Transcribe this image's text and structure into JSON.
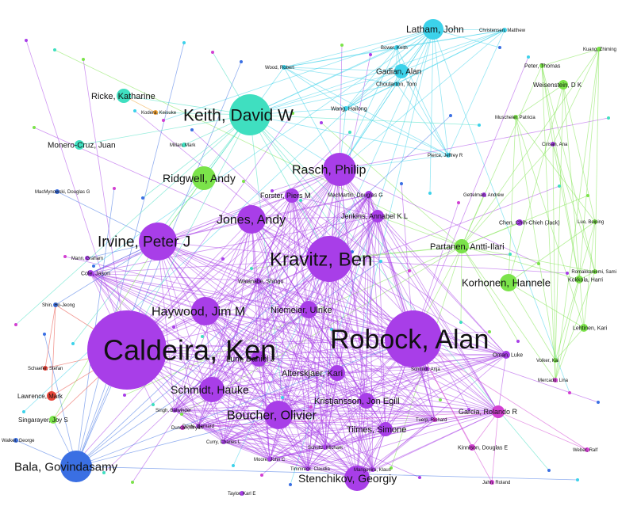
{
  "colors": {
    "purple": "#a83ee8",
    "cyan": "#3cd2ea",
    "teal": "#3fdfc0",
    "green": "#7be34a",
    "blue": "#3a6fe3",
    "red": "#e8453a",
    "orange": "#f0a030",
    "magenta": "#d23fd2"
  },
  "nodes": [
    {
      "id": "caldeira",
      "label": "Caldeira, Ken",
      "group": "purple"
    },
    {
      "id": "robock",
      "label": "Robock, Alan",
      "group": "purple"
    },
    {
      "id": "kravitz",
      "label": "Kravitz, Ben",
      "group": "purple"
    },
    {
      "id": "keith",
      "label": "Keith, David W",
      "group": "teal"
    },
    {
      "id": "irvine",
      "label": "Irvine, Peter J",
      "group": "purple"
    },
    {
      "id": "rasch",
      "label": "Rasch, Philip",
      "group": "purple"
    },
    {
      "id": "jones",
      "label": "Jones, Andy",
      "group": "purple"
    },
    {
      "id": "haywood",
      "label": "Haywood, Jim M",
      "group": "purple"
    },
    {
      "id": "boucher",
      "label": "Boucher, Olivier",
      "group": "purple"
    },
    {
      "id": "schmidt",
      "label": "Schmidt, Hauke",
      "group": "purple"
    },
    {
      "id": "stenchikov",
      "label": "Stenchikov, Georgiy",
      "group": "purple"
    },
    {
      "id": "bala",
      "label": "Bala, Govindasamy",
      "group": "blue"
    },
    {
      "id": "ridgwell",
      "label": "Ridgwell, Andy",
      "group": "green"
    },
    {
      "id": "latham",
      "label": "Latham, John",
      "group": "cyan"
    },
    {
      "id": "korhonen",
      "label": "Korhonen, Hannele",
      "group": "green"
    },
    {
      "id": "partanen",
      "label": "Partanen, Antti-Ilari",
      "group": "green"
    },
    {
      "id": "niemeier",
      "label": "Niemeier, Ulrike",
      "group": "purple"
    },
    {
      "id": "alterskjaer",
      "label": "Alterskjaer, Kari",
      "group": "purple"
    },
    {
      "id": "kristjansson",
      "label": "Kristjansson, Jon Egill",
      "group": "purple"
    },
    {
      "id": "tilmes",
      "label": "Tilmes, Simone",
      "group": "purple"
    },
    {
      "id": "lunt",
      "label": "Lunt, Daniel J",
      "group": "purple"
    },
    {
      "id": "ricke",
      "label": "Ricke, Katharine",
      "group": "teal"
    },
    {
      "id": "monero",
      "label": "Monero-Cruz, Juan",
      "group": "teal"
    },
    {
      "id": "gadian",
      "label": "Gadian, Alan",
      "group": "cyan"
    },
    {
      "id": "forster",
      "label": "Forster, Piers M",
      "group": "purple"
    },
    {
      "id": "jenkins",
      "label": "Jenkins, Annabel K L",
      "group": "purple"
    },
    {
      "id": "macmartin",
      "label": "MacMartin, Douglas G",
      "group": "purple"
    },
    {
      "id": "chen",
      "label": "Chen, Chih-Chieh (Jack)",
      "group": "purple"
    },
    {
      "id": "garcia",
      "label": "Garcia, Rolando R",
      "group": "magenta"
    },
    {
      "id": "kinnison",
      "label": "Kinnison, Douglas E",
      "group": "magenta"
    },
    {
      "id": "oman",
      "label": "Oman, Luke",
      "group": "purple"
    },
    {
      "id": "singarayer",
      "label": "Singarayer, Joy S",
      "group": "green"
    },
    {
      "id": "lawrence",
      "label": "Lawrence, Mark",
      "group": "red"
    },
    {
      "id": "cole",
      "label": "Cole, Jason",
      "group": "purple"
    },
    {
      "id": "watanabe",
      "label": "Watanabe, Shingo",
      "group": "purple"
    },
    {
      "id": "kokkola",
      "label": "Kokkola, Harri",
      "group": "green"
    },
    {
      "id": "lehtinen",
      "label": "Lehtinen, Kari",
      "group": "green"
    },
    {
      "id": "peter",
      "label": "Peter, Thomas",
      "group": "green"
    },
    {
      "id": "weisenstein",
      "label": "Weisenstein, D K",
      "group": "green"
    },
    {
      "id": "choularton",
      "label": "Choularton, Tom",
      "group": "cyan"
    },
    {
      "id": "bower",
      "label": "Bower, Keith",
      "group": "cyan"
    },
    {
      "id": "wang",
      "label": "Wang, Hailong",
      "group": "cyan"
    },
    {
      "id": "schultz",
      "label": "Schultz, Michael",
      "group": "purple"
    },
    {
      "id": "moore",
      "label": "Moore, John C",
      "group": "purple"
    },
    {
      "id": "curry",
      "label": "Curry, Charles L",
      "group": "purple"
    },
    {
      "id": "timmreck",
      "label": "Timmreck, Claudia",
      "group": "purple"
    },
    {
      "id": "mangueira",
      "label": "Mangueira, Klaus",
      "group": "purple"
    },
    {
      "id": "taylor",
      "label": "Taylor, Karl E",
      "group": "purple"
    },
    {
      "id": "machnykowa",
      "label": "MacMynowski, Douglas G",
      "group": "blue"
    },
    {
      "id": "shin",
      "label": "Shin, Ho-Jeong",
      "group": "blue"
    },
    {
      "id": "schaefer",
      "label": "Schaefer, Stefan",
      "group": "red"
    },
    {
      "id": "singh",
      "label": "Singh, Balwinder",
      "group": "purple"
    },
    {
      "id": "duncan",
      "label": "Duncan, Bryan",
      "group": "magenta"
    },
    {
      "id": "tuerp",
      "label": "Tuerp, Richard",
      "group": "magenta"
    },
    {
      "id": "mercado",
      "label": "Mercado, Lina",
      "group": "magenta"
    },
    {
      "id": "gettelman",
      "label": "Gettelman, Andrew",
      "group": "purple"
    },
    {
      "id": "pierce",
      "label": "Pierce, Jeffrey R",
      "group": "cyan"
    },
    {
      "id": "wood",
      "label": "Wood, Robert",
      "group": "cyan"
    },
    {
      "id": "christensen",
      "label": "Christensen, Matthew",
      "group": "cyan"
    },
    {
      "id": "kuang",
      "label": "Kuang, Zhiming",
      "group": "green"
    },
    {
      "id": "luo",
      "label": "Luo, Beiping",
      "group": "green"
    },
    {
      "id": "muscheler",
      "label": "Muscheler, Patricia",
      "group": "green"
    },
    {
      "id": "cirisan",
      "label": "Cirisan, Ana",
      "group": "purple"
    },
    {
      "id": "romakkaniemi",
      "label": "Romakkaniemi, Sami",
      "group": "green"
    },
    {
      "id": "kodera",
      "label": "Kodera, Keisuke",
      "group": "orange"
    },
    {
      "id": "millan",
      "label": "Millan, Mark",
      "group": "teal"
    },
    {
      "id": "mann",
      "label": "Mann, Graham",
      "group": "purple"
    },
    {
      "id": "wieners",
      "label": "Weber, Ralf",
      "group": "magenta"
    },
    {
      "id": "jahn",
      "label": "Jahn, Roland",
      "group": "magenta"
    },
    {
      "id": "doyle",
      "label": "Doyle, Bernard",
      "group": "purple"
    },
    {
      "id": "walker",
      "label": "Walker, George",
      "group": "blue"
    },
    {
      "id": "volcker",
      "label": "Volker, Kai",
      "group": "green"
    },
    {
      "id": "schmidt2",
      "label": "Schmidt, Anja",
      "group": "purple"
    }
  ]
}
